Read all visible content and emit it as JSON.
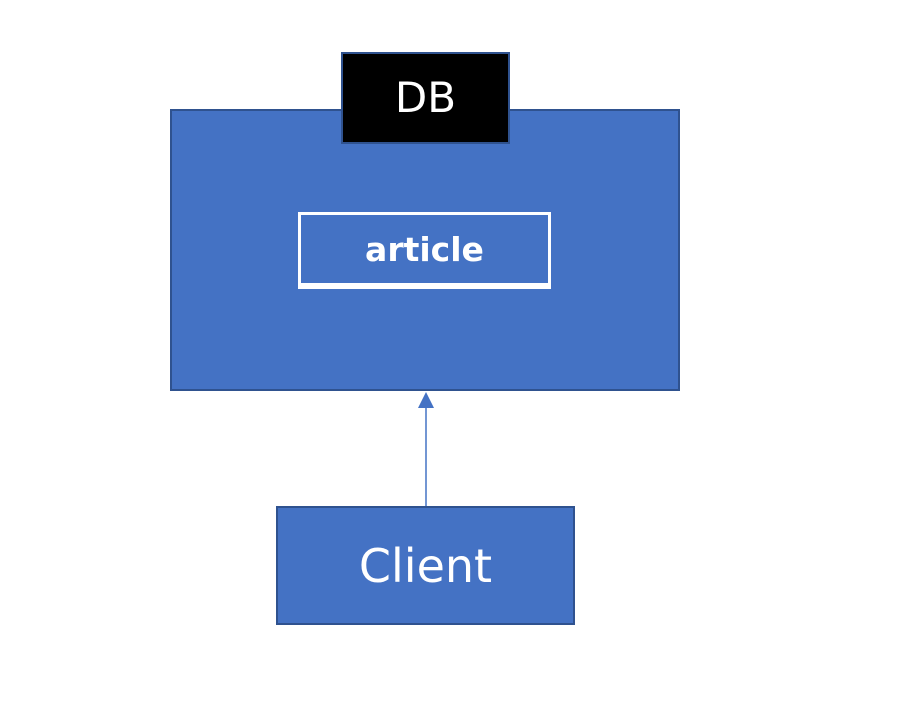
{
  "diagram": {
    "db_label": "DB",
    "table_label": "article",
    "client_label": "Client",
    "colors": {
      "box_fill": "#4472c4",
      "box_border": "#2f528f",
      "label_fill": "#000000",
      "text": "#ffffff",
      "connector": "#4472c4"
    },
    "edges": [
      {
        "from": "Client",
        "to": "DB",
        "style": "arrow"
      }
    ]
  }
}
